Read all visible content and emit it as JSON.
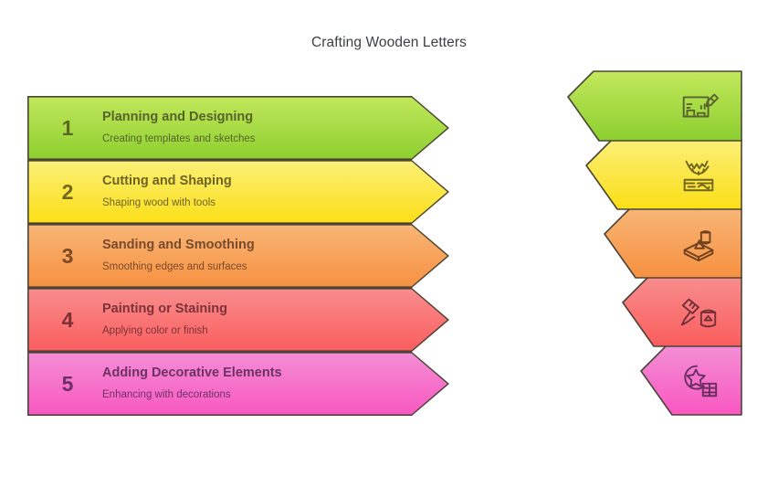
{
  "header": {
    "title": "Crafting Wooden Letters"
  },
  "theme": {
    "background": "#ffffff",
    "title_color": "#3c4043",
    "stroke_color": "#4a4438"
  },
  "steps": [
    {
      "number": "1",
      "title": "Planning and Designing",
      "subtitle": "Creating templates and sketches",
      "icon": "blueprint-pencil-icon",
      "color_light": "#c2e85c",
      "color_dark": "#8dcf2f",
      "num_color": "#5d6b22",
      "title_color": "#56642b",
      "sub_color": "#56642b",
      "icon_color": "#5a6330"
    },
    {
      "number": "2",
      "title": "Cutting and Shaping",
      "subtitle": "Shaping wood with tools",
      "icon": "saw-plank-icon",
      "color_light": "#fbef78",
      "color_dark": "#fbdf16",
      "num_color": "#736a1c",
      "title_color": "#6d6426",
      "sub_color": "#6d6426",
      "icon_color": "#6f661f"
    },
    {
      "number": "3",
      "title": "Sanding and Smoothing",
      "subtitle": "Smoothing edges and surfaces",
      "icon": "sanding-block-icon",
      "color_light": "#f8b677",
      "color_dark": "#f79140",
      "num_color": "#7d4a25",
      "title_color": "#7a4a2c",
      "sub_color": "#7a4a2c",
      "icon_color": "#70421f"
    },
    {
      "number": "4",
      "title": "Painting or Staining",
      "subtitle": "Applying color or finish",
      "icon": "paintbrush-can-icon",
      "color_light": "#f98e8e",
      "color_dark": "#fb5d5d",
      "num_color": "#7e3037",
      "title_color": "#7d3239",
      "sub_color": "#7d3239",
      "icon_color": "#74303a"
    },
    {
      "number": "5",
      "title": "Adding Decorative Elements",
      "subtitle": "Enhancing with decorations",
      "icon": "decorative-star-icon",
      "color_light": "#f48fd6",
      "color_dark": "#f957c0",
      "num_color": "#6f2f66",
      "title_color": "#6e3167",
      "sub_color": "#6e3167",
      "icon_color": "#6a2f61"
    }
  ]
}
